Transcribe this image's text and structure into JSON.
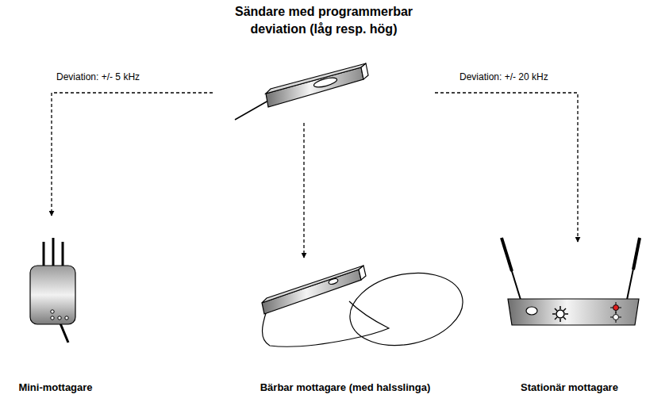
{
  "diagram": {
    "nodes": [
      {
        "text": [
          "Sändare med programmerbar deviation (låg resp. hög)"
        ]
      },
      {
        "text": [
          "Mini-mottagare"
        ]
      },
      {
        "text": [
          "Bärbar mottagare (med halsslinga)"
        ]
      },
      {
        "text": [
          "Stationär mottagare"
        ]
      }
    ],
    "edges": [
      {
        "from": 0,
        "to": 1,
        "arrow": "to",
        "label": "Deviation: +/- 5 kHz"
      },
      {
        "from": 0,
        "to": 2,
        "arrow": "to"
      },
      {
        "from": 0,
        "to": 3,
        "arrow": "to",
        "label": "Deviation: +/- 20 kHz"
      }
    ]
  }
}
